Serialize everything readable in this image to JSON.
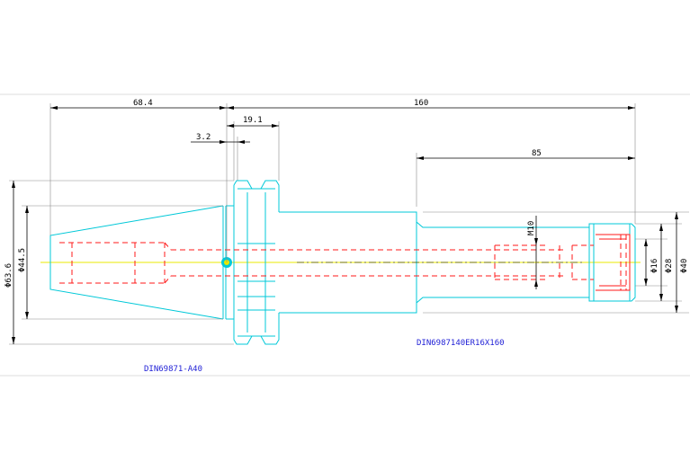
{
  "dimensions": {
    "overall_length": "160",
    "taper_length": "68.4",
    "flange_width": "19.1",
    "offset": "3.2",
    "extension_length": "85",
    "thread": "M10",
    "dia_63_6": "Φ63.6",
    "dia_44_5": "Φ44.5",
    "dia_16": "Φ16",
    "dia_28": "Φ28",
    "dia_40": "Φ40"
  },
  "notes": {
    "toolholder_standard": "DIN69871-A40",
    "extension_standard": "DIN6987140ER16X160"
  },
  "colors": {
    "outline": "#00c8d8",
    "hidden_lines": "#ff1a1a",
    "centerline": "#e8e800",
    "dimensions": "#000000",
    "notes": "#1f1fd6"
  }
}
